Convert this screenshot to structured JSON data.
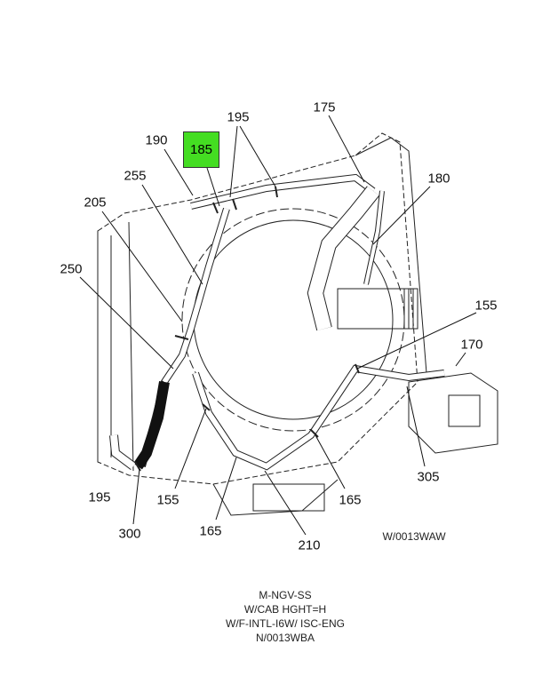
{
  "diagram": {
    "highlighted_callout": "185",
    "highlight_color": "#44dd22",
    "callouts": [
      {
        "id": "c190",
        "label": "190"
      },
      {
        "id": "c195a",
        "label": "195"
      },
      {
        "id": "c175",
        "label": "175"
      },
      {
        "id": "c180",
        "label": "180"
      },
      {
        "id": "c255",
        "label": "255"
      },
      {
        "id": "c205",
        "label": "205"
      },
      {
        "id": "c250",
        "label": "250"
      },
      {
        "id": "c155a",
        "label": "155"
      },
      {
        "id": "c170",
        "label": "170"
      },
      {
        "id": "c305",
        "label": "305"
      },
      {
        "id": "c155b",
        "label": "155"
      },
      {
        "id": "c165a",
        "label": "165"
      },
      {
        "id": "c165b",
        "label": "165"
      },
      {
        "id": "c210",
        "label": "210"
      },
      {
        "id": "c195b",
        "label": "195"
      },
      {
        "id": "c300",
        "label": "300"
      }
    ],
    "reference_code": "W/0013WAW",
    "notes": [
      "M-NGV-SS",
      "W/CAB HGHT=H",
      "W/F-INTL-I6W/ ISC-ENG",
      "N/0013WBA"
    ]
  }
}
